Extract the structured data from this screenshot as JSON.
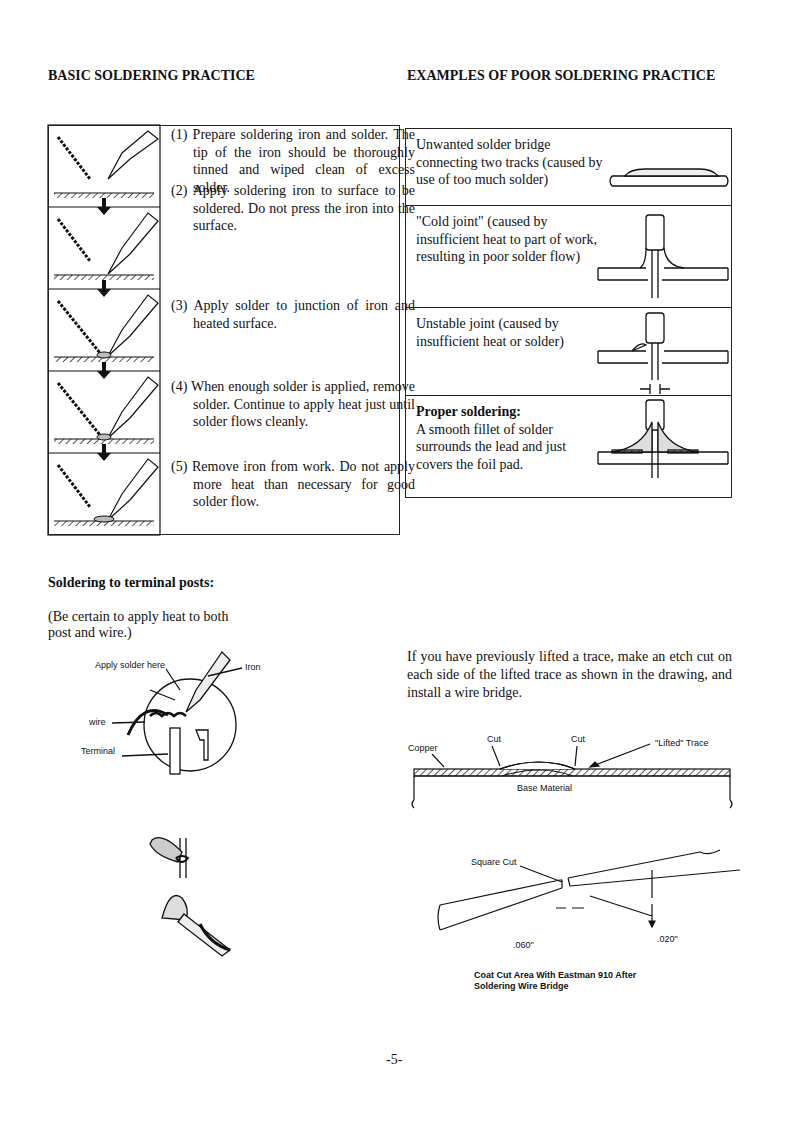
{
  "diagram": {
    "nodes": [
      {
        "text": [
          "(1) Prepare soldering iron and solder. The tip of the iron should be thoroughly tinned and wiped clean of excess solder.",
          "(2) Apply soldering iron to surface to be soldered. Do not press the iron into the surface.",
          "(3) Apply solder to junction of iron and heated surface.",
          "(4) When enough solder is applied, remove solder. Continue to apply heat just until solder flows cleanly.",
          "(5) Remove iron from work. Do not apply more heat than necessary for good solder flow."
        ]
      },
      {
        "text": [
          "Unwanted solder bridge connecting two tracks (caused by use of too much solder)"
        ]
      },
      {
        "text": [
          "\"Cold joint\" (caused by insufficient heat to part of work, resulting in poor solder flow)"
        ]
      },
      {
        "text": [
          "Unstable joint (caused by insufficient heat or solder)"
        ]
      },
      {
        "text": [
          "Proper soldering:",
          "A smooth fillet of solder surrounds the lead and just covers the foil pad."
        ]
      }
    ],
    "labels": [
      "BASIC SOLDERING PRACTICE",
      "EXAMPLES OF POOR SOLDERING PRACTICE",
      "Soldering to terminal posts:",
      "(Be certain to apply heat to both post and wire.)",
      "Apply solder here",
      "Iron",
      "wire",
      "Terminal",
      "If you have previously lifted a trace, make an etch cut on each side of the lifted trace as shown in the drawing, and install a wire bridge.",
      "Cut",
      "Cut",
      "Copper",
      "\"Lifted\" Trace",
      "Base Material",
      "Square Cut",
      ".060\"",
      ".020\"",
      "Coat Cut Area With Eastman 910 After Soldering Wire Bridge",
      "-5-"
    ]
  }
}
